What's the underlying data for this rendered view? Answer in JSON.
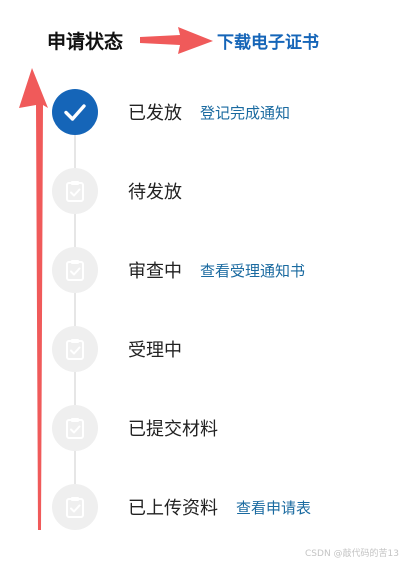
{
  "header": {
    "title": "申请状态",
    "download_link": "下载电子证书"
  },
  "colors": {
    "accent": "#1565b8",
    "link": "#1a6aa0",
    "pending_circle": "#efefef",
    "annotation_arrow": "#f05a5a"
  },
  "steps": [
    {
      "label": "已发放",
      "status": "done",
      "icon": "check-icon",
      "link": "登记完成通知"
    },
    {
      "label": "待发放",
      "status": "pending",
      "icon": "clipboard-check-icon"
    },
    {
      "label": "审查中",
      "status": "pending",
      "icon": "clipboard-check-icon",
      "link": "查看受理通知书"
    },
    {
      "label": "受理中",
      "status": "pending",
      "icon": "clipboard-check-icon"
    },
    {
      "label": "已提交材料",
      "status": "pending",
      "icon": "clipboard-check-icon"
    },
    {
      "label": "已上传资料",
      "status": "pending",
      "icon": "clipboard-check-icon",
      "link": "查看申请表"
    }
  ],
  "watermark": "CSDN @敲代码的苦13"
}
